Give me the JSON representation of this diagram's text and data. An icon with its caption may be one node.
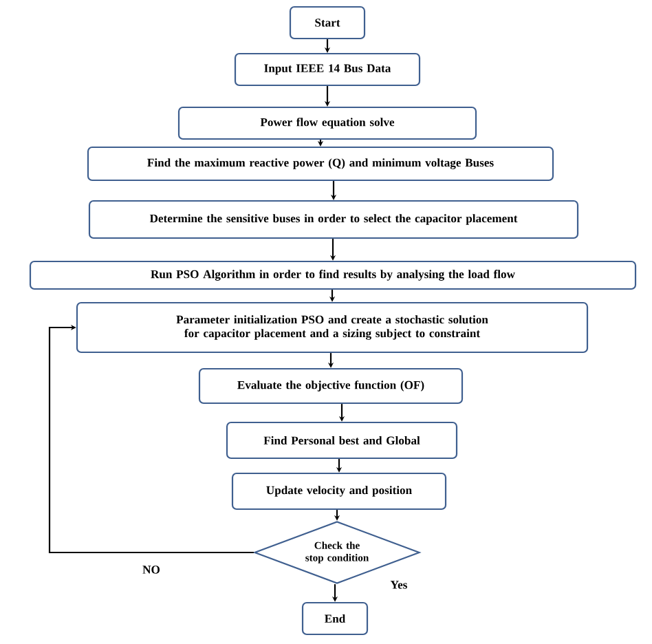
{
  "diagram": {
    "nodes": [
      {
        "text": [
          "Start"
        ]
      },
      {
        "text": [
          "Input IEEE 14 Bus Data"
        ]
      },
      {
        "text": [
          "Power flow equation solve"
        ]
      },
      {
        "text": [
          "Find the maximum reactive power (Q) and minimum voltage Buses"
        ]
      },
      {
        "text": [
          "Determine the sensitive buses in order to select the capacitor placement"
        ]
      },
      {
        "text": [
          "Run PSO Algorithm in order to find results by analysing the load flow"
        ]
      },
      {
        "text": [
          "Parameter initialization PSO and create a stochastic solution for capacitor placement and a sizing subject to constraint"
        ]
      },
      {
        "text": [
          "Evaluate the objective function (OF)"
        ]
      },
      {
        "text": [
          "Find Personal best and Global"
        ]
      },
      {
        "text": [
          "Update velocity and position"
        ]
      },
      {
        "text": [
          "Check the stop condition"
        ]
      },
      {
        "text": [
          "End"
        ]
      }
    ],
    "edges": [
      {
        "from": 0,
        "to": 1,
        "arrow": "to"
      },
      {
        "from": 1,
        "to": 2,
        "arrow": "to"
      },
      {
        "from": 2,
        "to": 3,
        "arrow": "to"
      },
      {
        "from": 3,
        "to": 4,
        "arrow": "to"
      },
      {
        "from": 4,
        "to": 5,
        "arrow": "to"
      },
      {
        "from": 5,
        "to": 6,
        "arrow": "to"
      },
      {
        "from": 6,
        "to": 7,
        "arrow": "to"
      },
      {
        "from": 7,
        "to": 8,
        "arrow": "to"
      },
      {
        "from": 8,
        "to": 9,
        "arrow": "to"
      },
      {
        "from": 9,
        "to": 10,
        "arrow": "to"
      },
      {
        "from": 10,
        "to": 11,
        "arrow": "to",
        "label": "Yes"
      },
      {
        "from": 10,
        "to": 6,
        "arrow": "to",
        "label": "NO"
      }
    ]
  }
}
